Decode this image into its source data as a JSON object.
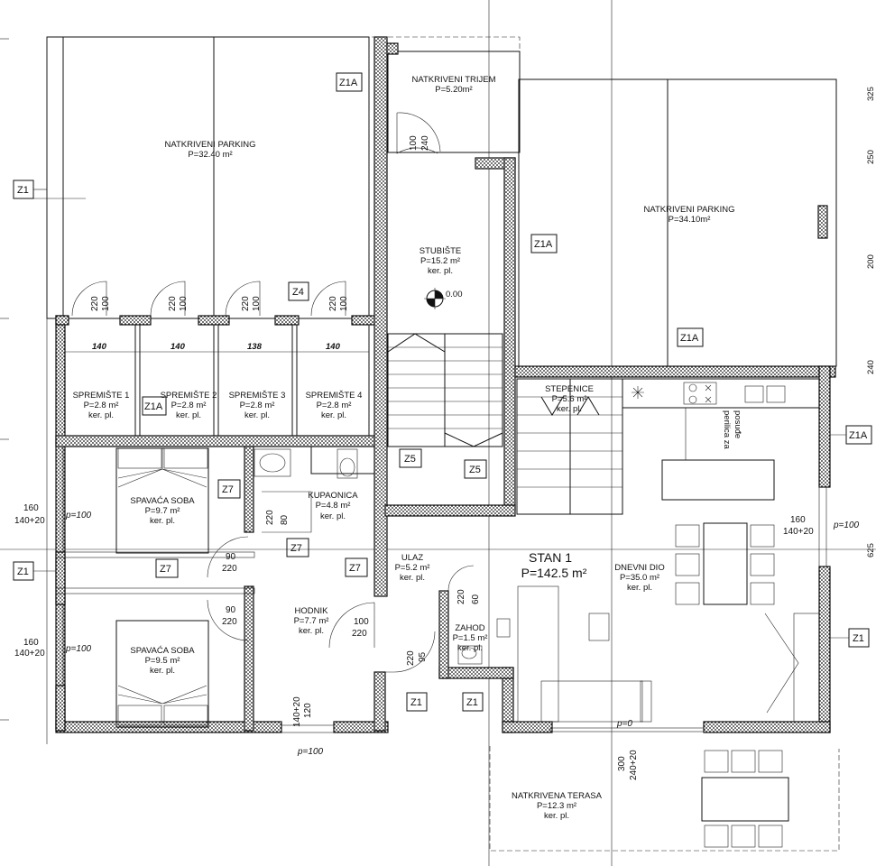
{
  "rooms": {
    "parking_left": {
      "name": "NATKRIVENI PARKING",
      "area": "P=32.40 m²"
    },
    "trijem": {
      "name": "NATKRIVENI TRIJEM",
      "area": "P=5.20m²"
    },
    "parking_right": {
      "name": "NATKRIVENI PARKING",
      "area": "P=34.10m²"
    },
    "stubiste": {
      "name": "STUBIŠTE",
      "area": "P=15.2 m²",
      "floor": "ker. pl."
    },
    "spremiste_1": {
      "name": "SPREMIŠTE 1",
      "area": "P=2.8 m²",
      "floor": "ker. pl."
    },
    "spremiste_2": {
      "name": "SPREMIŠTE 2",
      "area": "P=2.8 m²",
      "floor": "ker. pl."
    },
    "spremiste_3": {
      "name": "SPREMIŠTE 3",
      "area": "P=2.8 m²",
      "floor": "ker. pl."
    },
    "spremiste_4": {
      "name": "SPREMIŠTE 4",
      "area": "P=2.8 m²",
      "floor": "ker. pl."
    },
    "stepenice": {
      "name": "STEPENICE",
      "area": "P=5.6 m²",
      "floor": "ker. pl."
    },
    "spavaca_1": {
      "name": "SPAVAĆA SOBA",
      "area": "P=9.7 m²",
      "floor": "ker. pl."
    },
    "kupaonica": {
      "name": "KUPAONICA",
      "area": "P=4.8 m²",
      "floor": "ker. pl."
    },
    "spavaca_2": {
      "name": "SPAVAĆA SOBA",
      "area": "P=9.5 m²",
      "floor": "ker. pl."
    },
    "hodnik": {
      "name": "HODNIK",
      "area": "P=7.7 m²",
      "floor": "ker. pl."
    },
    "ulaz": {
      "name": "ULAZ",
      "area": "P=5.2 m²",
      "floor": "ker. pl."
    },
    "zahod": {
      "name": "ZAHOD",
      "area": "P=1.5 m²",
      "floor": "ker. pl."
    },
    "dnevni": {
      "name": "DNEVNI DIO",
      "area": "P=35.0 m²",
      "floor": "ker. pl."
    },
    "terasa": {
      "name": "NATKRIVENA TERASA",
      "area": "P=12.3 m²",
      "floor": "ker. pl."
    }
  },
  "apartment": {
    "name": "STAN 1",
    "area": "P=142.5 m²"
  },
  "elevation": "0.00",
  "appliance_label_1": "perilica za",
  "appliance_label_2": "posuđe",
  "tags": {
    "z1": "Z1",
    "z1a": "Z1A",
    "z4": "Z4",
    "z5": "Z5",
    "z7": "Z7"
  },
  "dims": {
    "d100": "100",
    "d220": "220",
    "d240": "240",
    "d140": "140",
    "d138": "138",
    "d160": "160",
    "d140_20": "140+20",
    "d80": "80",
    "d90": "90",
    "d120": "120",
    "d60": "60",
    "d95": "95",
    "d300": "300",
    "d240_20": "240+20",
    "p100": "p=100",
    "p0": "p=0"
  },
  "edge_marks": [
    "325",
    "250",
    "200",
    "240",
    "625"
  ]
}
